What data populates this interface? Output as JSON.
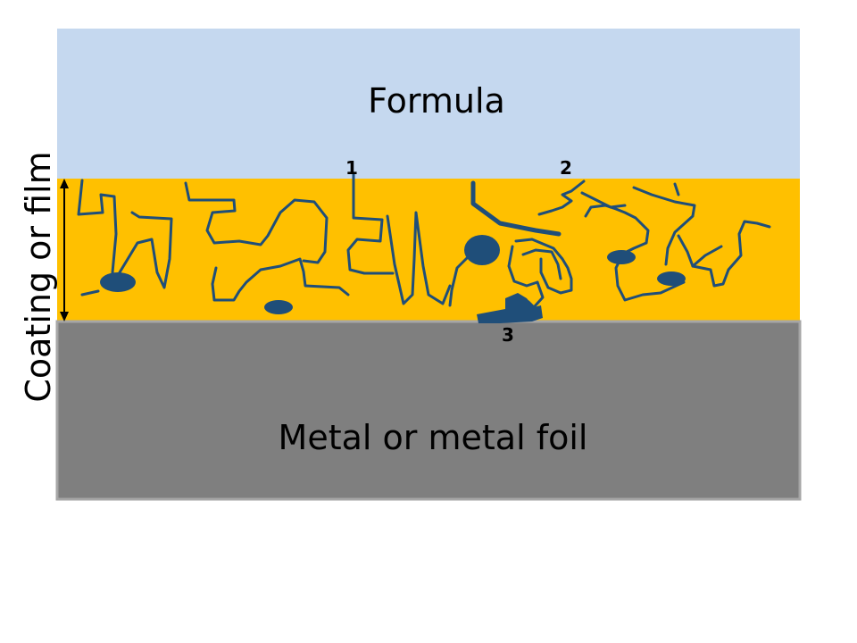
{
  "layers": {
    "formula": {
      "label": "Formula",
      "color": "#c5d8ef"
    },
    "coating": {
      "color": "#ffc000"
    },
    "metal": {
      "label": "Metal or metal foil",
      "color": "#7f7f7f",
      "border": "#a6a6a6"
    }
  },
  "side_label": "Coating or film",
  "markers": [
    "1",
    "2",
    "3"
  ],
  "polymer_color": "#1f4e79"
}
